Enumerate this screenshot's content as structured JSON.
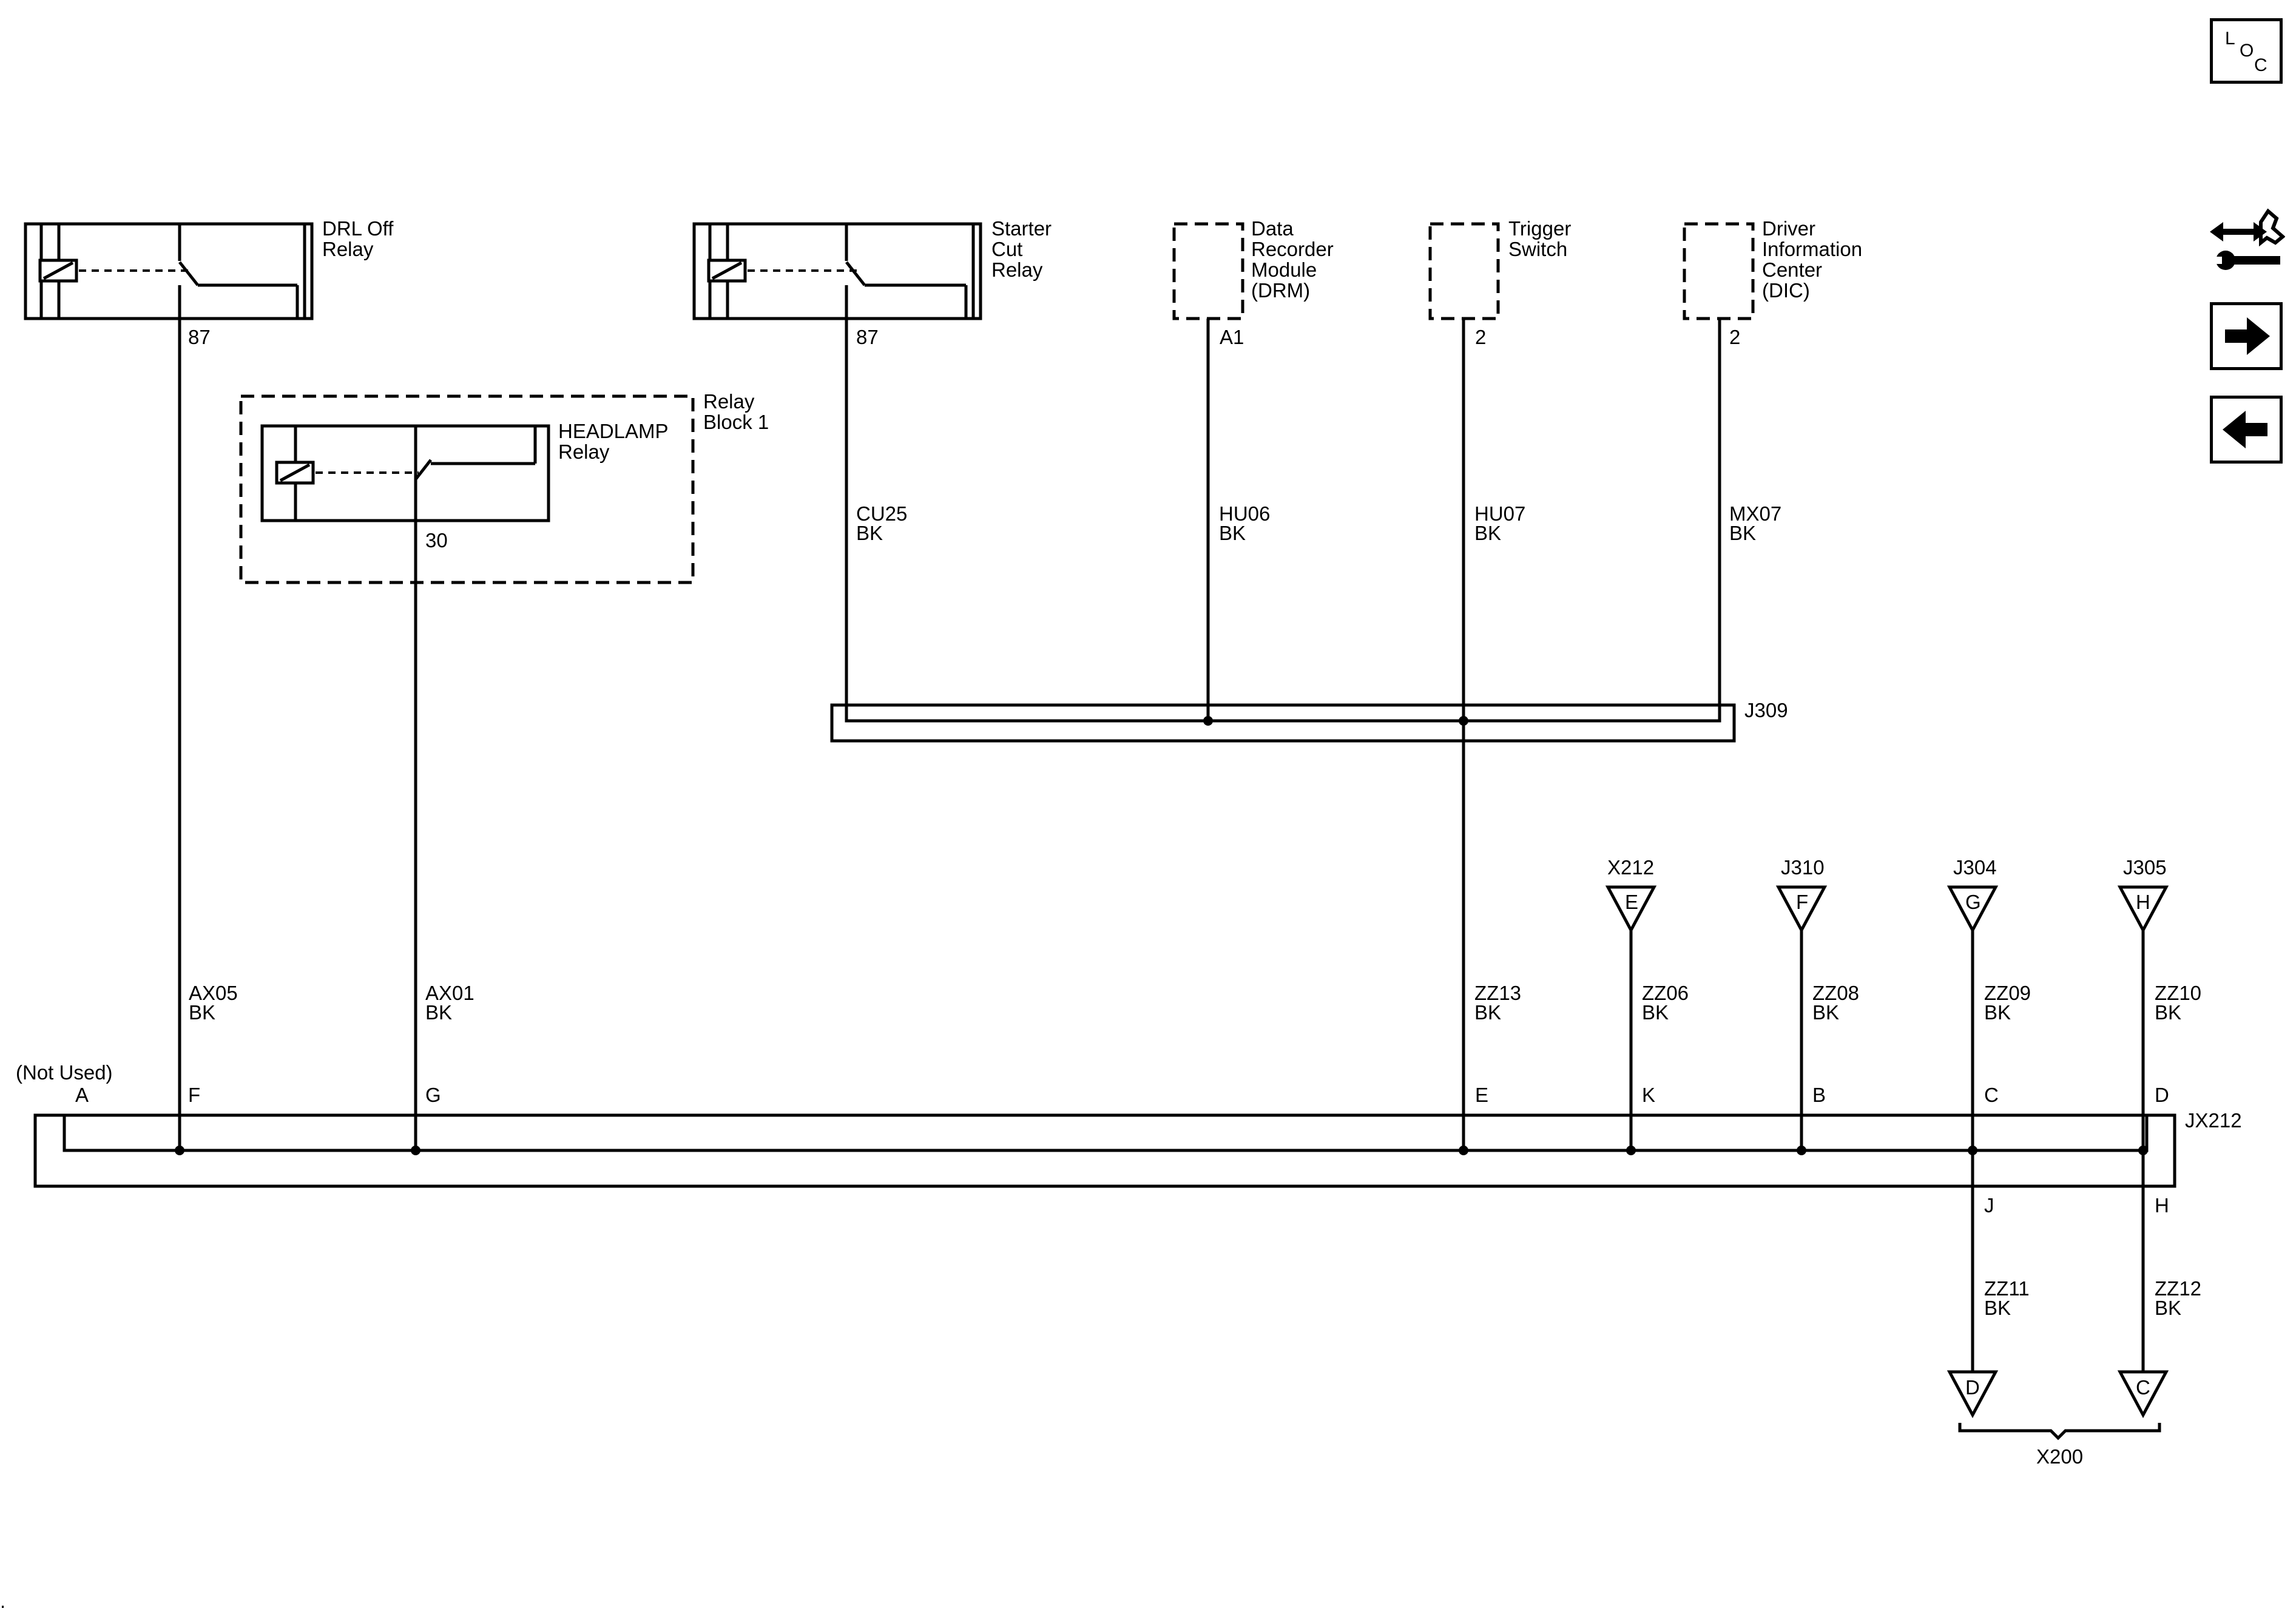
{
  "components": {
    "drl_off_relay": [
      "DRL Off",
      "Relay"
    ],
    "starter_cut_relay": [
      "Starter",
      "Cut",
      "Relay"
    ],
    "drm": [
      "Data",
      "Recorder",
      "Module",
      "(DRM)"
    ],
    "trigger_switch": [
      "Trigger",
      "Switch"
    ],
    "dic": [
      "Driver",
      "Information",
      "Center",
      "(DIC)"
    ],
    "relay_block": [
      "Relay",
      "Block 1"
    ],
    "headlamp_relay": [
      "HEADLAMP",
      "Relay"
    ]
  },
  "pins": {
    "drl_87": "87",
    "starter_87": "87",
    "drm_a1": "A1",
    "trigger_2": "2",
    "dic_2": "2",
    "headlamp_30": "30"
  },
  "wires": {
    "ax05": [
      "AX05",
      "BK"
    ],
    "ax01": [
      "AX01",
      "BK"
    ],
    "cu25": [
      "CU25",
      "BK"
    ],
    "hu06": [
      "HU06",
      "BK"
    ],
    "hu07": [
      "HU07",
      "BK"
    ],
    "mx07": [
      "MX07",
      "BK"
    ],
    "zz13": [
      "ZZ13",
      "BK"
    ],
    "zz06": [
      "ZZ06",
      "BK"
    ],
    "zz08": [
      "ZZ08",
      "BK"
    ],
    "zz09": [
      "ZZ09",
      "BK"
    ],
    "zz10": [
      "ZZ10",
      "BK"
    ],
    "zz11": [
      "ZZ11",
      "BK"
    ],
    "zz12": [
      "ZZ12",
      "BK"
    ]
  },
  "splices": {
    "j309": "J309",
    "jx212": "JX212"
  },
  "jx212_pins": {
    "not_used": "(Not Used)",
    "a": "A",
    "f": "F",
    "g": "G",
    "e": "E",
    "k": "K",
    "b": "B",
    "c": "C",
    "d": "D",
    "j": "J",
    "h": "H"
  },
  "ground_refs": [
    {
      "name": "X212",
      "letter": "E"
    },
    {
      "name": "J310",
      "letter": "F"
    },
    {
      "name": "J304",
      "letter": "G"
    },
    {
      "name": "J305",
      "letter": "H"
    }
  ],
  "lower_refs": [
    {
      "letter": "D"
    },
    {
      "letter": "C"
    }
  ],
  "x200_label": "X200",
  "nav": {
    "loc": [
      "L",
      "O",
      "C"
    ]
  }
}
